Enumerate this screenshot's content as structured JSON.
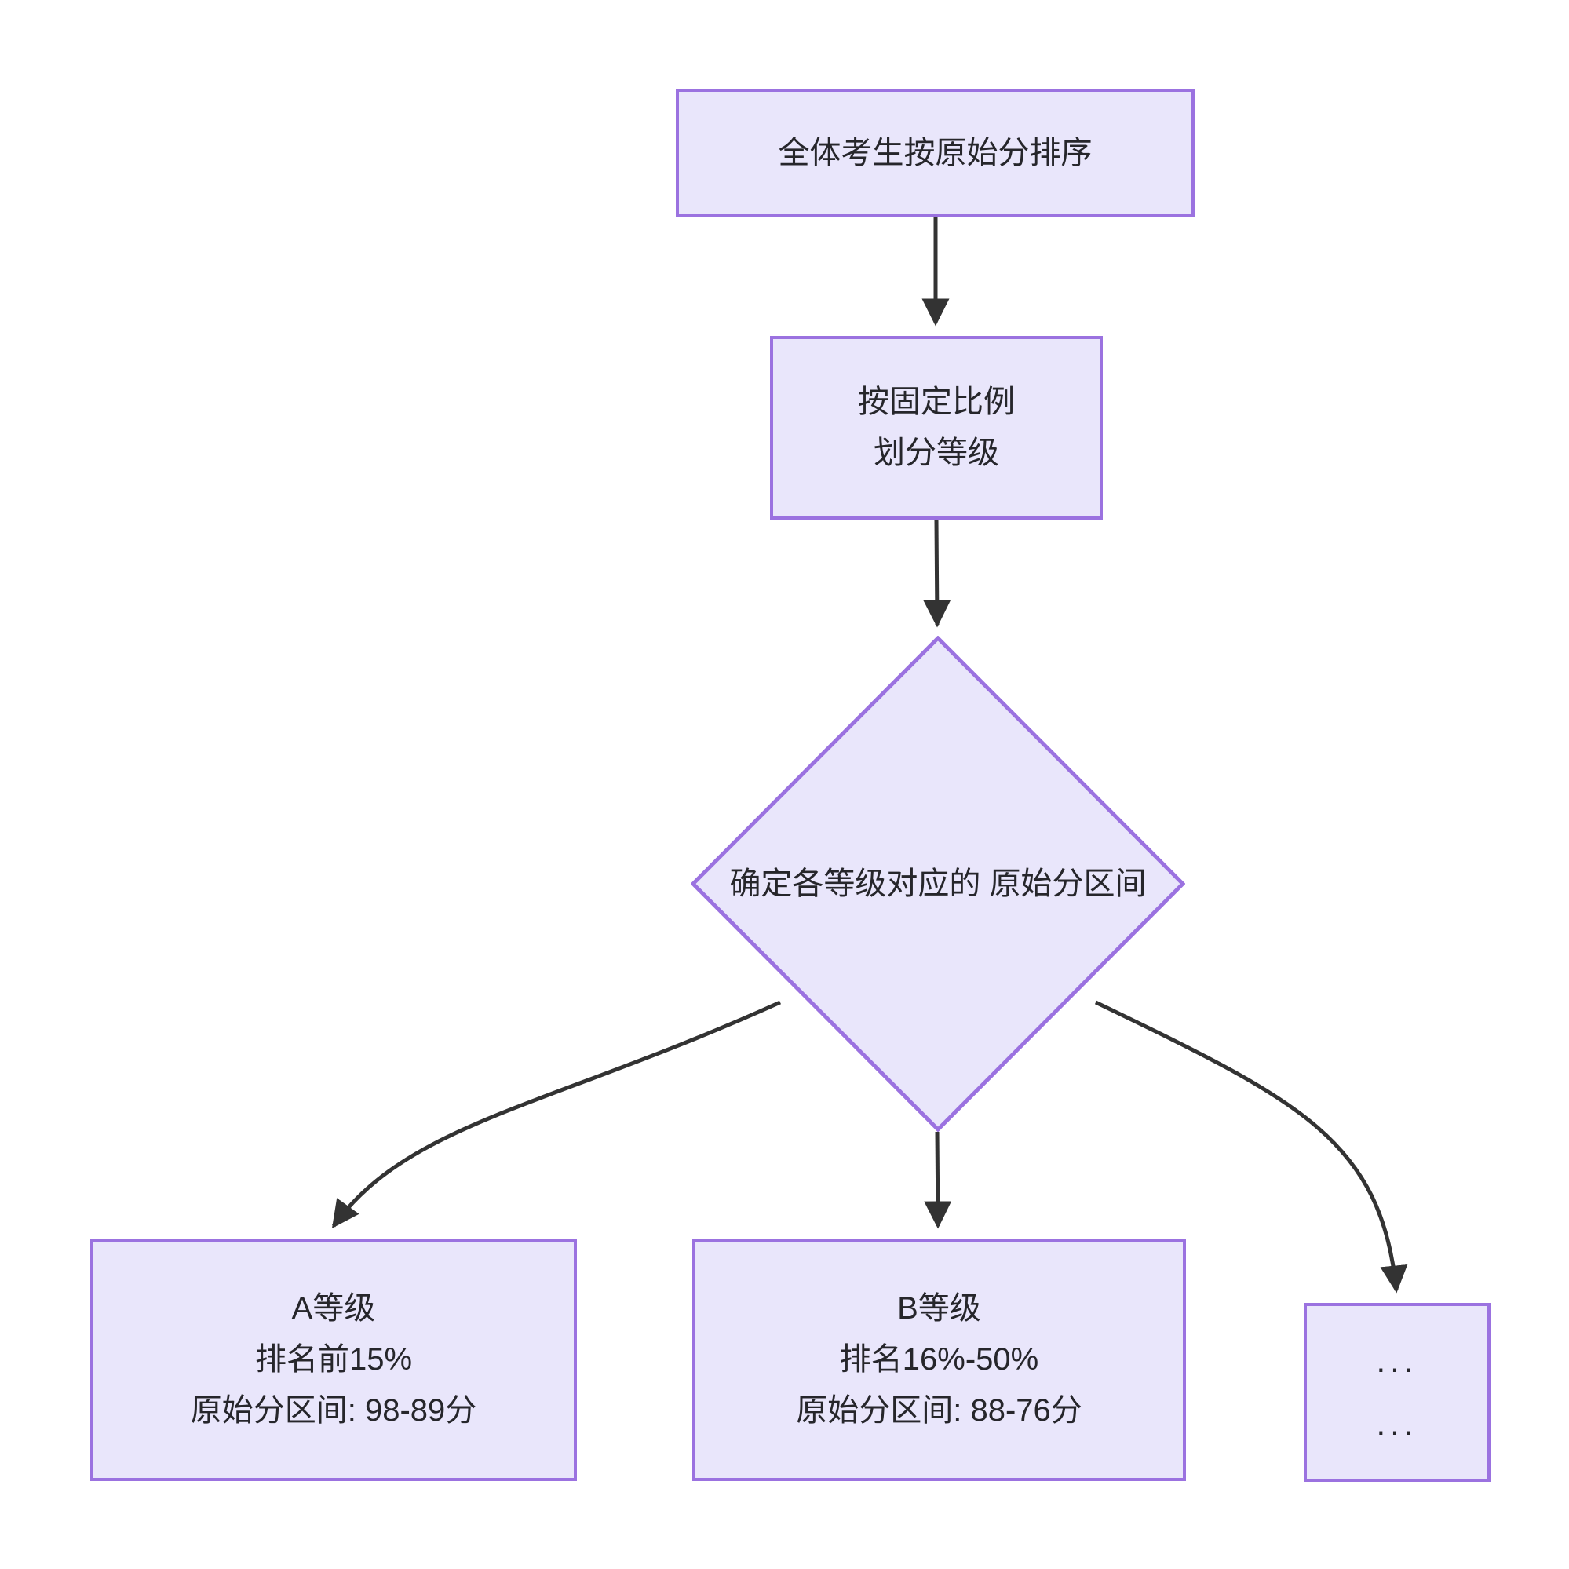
{
  "diagram": {
    "type": "flowchart",
    "direction": "top-down",
    "colors": {
      "node_fill": "#e9e6fb",
      "node_border": "#9b72e0",
      "edge": "#333333",
      "text": "#26262b",
      "background": "#ffffff"
    },
    "nodes": [
      {
        "id": "sort",
        "shape": "rectangle",
        "lines": [
          "全体考生按原始分排序"
        ]
      },
      {
        "id": "grade",
        "shape": "rectangle",
        "lines": [
          "按固定比例",
          "划分等级"
        ]
      },
      {
        "id": "decision",
        "shape": "diamond",
        "lines": [
          "确定各等级对应的",
          "原始分区间"
        ]
      },
      {
        "id": "level-a",
        "shape": "rectangle",
        "lines": [
          "A等级",
          "排名前15%",
          "原始分区间: 98-89分"
        ]
      },
      {
        "id": "level-b",
        "shape": "rectangle",
        "lines": [
          "B等级",
          "排名16%-50%",
          "原始分区间: 88-76分"
        ]
      },
      {
        "id": "level-more",
        "shape": "rectangle",
        "lines": [
          "...",
          "..."
        ]
      }
    ],
    "edges": [
      {
        "from": "sort",
        "to": "grade",
        "label": ""
      },
      {
        "from": "grade",
        "to": "decision",
        "label": ""
      },
      {
        "from": "decision",
        "to": "level-a",
        "label": ""
      },
      {
        "from": "decision",
        "to": "level-b",
        "label": ""
      },
      {
        "from": "decision",
        "to": "level-more",
        "label": ""
      }
    ]
  }
}
